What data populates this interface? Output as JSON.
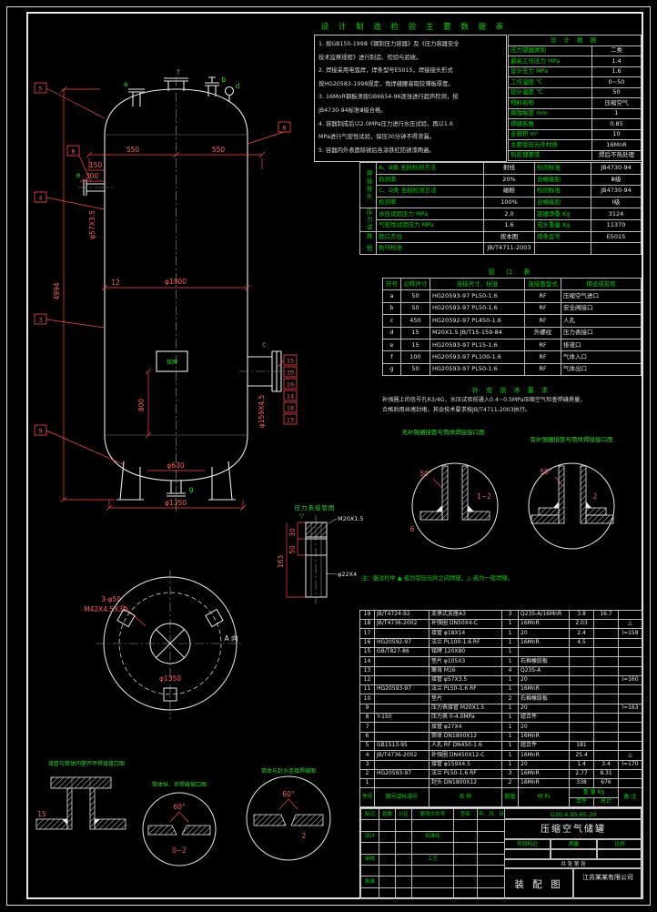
{
  "colors": {
    "line": "#e8e8e8",
    "dim": "#ff4545",
    "accent": "#00d400"
  },
  "top_title": "设 计 制 造 检 验 主 要 数 据 表",
  "notes": {
    "lines": [
      "1. 按GB150-1998《钢制压力容器》及《压力容器安全",
      "   技术监察规程》进行制造、检验与验收。",
      "2. 焊接采用电弧焊，焊条型号E5015，焊接接头形式",
      "   按HG20583-1998规定，角焊缝腰高取较薄板厚度。",
      "3. 16MnR钢板须按GB6654-96逐张进行超声检测，按",
      "   JB4730-94标准Ⅲ级合格。",
      "4. 容器制成后以2.0MPa压力进行水压试验，再以1.6",
      "   MPa进行气密性试验，保压30分钟不得渗漏。",
      "5. 容器内外表面除锈后各涂铁红防锈漆两遍。"
    ]
  },
  "design_table": {
    "title": "设  计  数  据",
    "rows": [
      {
        "label": "压力容器类别",
        "value": "二类"
      },
      {
        "label": "最高工作压力  MPa",
        "value": "1.4"
      },
      {
        "label": "设计压力  MPa",
        "value": "1.6"
      },
      {
        "label": "工作温度  ℃",
        "value": "0~50"
      },
      {
        "label": "设计温度  ℃",
        "value": "50"
      },
      {
        "label": "物料名称",
        "value": "压缩空气"
      },
      {
        "label": "腐蚀裕度  mm",
        "value": "1"
      },
      {
        "label": "焊缝系数",
        "value": "0.85"
      },
      {
        "label": "全容积  m³",
        "value": "10"
      },
      {
        "label": "主要受压元件材质",
        "value": "16MnR"
      },
      {
        "label": "热处理要求",
        "value": "焊后不热处理"
      }
    ]
  },
  "design2": {
    "g1": "焊接接头",
    "g2": "压力试验",
    "g3": "其 他",
    "rows": [
      [
        "A、B类  无损检测方法",
        "射线",
        "检测标准",
        "JB4730-94"
      ],
      [
        "检测率",
        "20%",
        "合格级别",
        "Ⅲ级"
      ],
      [
        "C、D类  无损检测方法",
        "磁粉",
        "检测标准",
        "JB4730-94"
      ],
      [
        "检测率",
        "100%",
        "合格级别",
        "Ⅰ级"
      ],
      [
        "水压试验压力  MPa",
        "2.0",
        "容器净重  Kg",
        "3124"
      ],
      [
        "气密性试验压力  MPa",
        "1.6",
        "充水重量  Kg",
        "11370"
      ],
      [
        "管口方位",
        "按本图",
        "焊条型号",
        "E5015"
      ],
      [
        "执行标准",
        "JB/T4711-2003",
        "",
        ""
      ]
    ]
  },
  "nozzle_table": {
    "title": "管  口  表",
    "headers": [
      "符号",
      "公称尺寸",
      "连接尺寸、标准",
      "连接面型式",
      "用途或名称"
    ],
    "rows": [
      [
        "a",
        "50",
        "HG20593-97  PL50-1.6",
        "RF",
        "压缩空气进口"
      ],
      [
        "b",
        "50",
        "HG20593-97  PL50-1.6",
        "RF",
        "安全阀接口"
      ],
      [
        "c",
        "450",
        "HG20592-97  PL450-1.6",
        "RF",
        "人孔"
      ],
      [
        "d",
        "15",
        "M20X1.5  JB/T15-159-84",
        "外螺纹",
        "压力表接口"
      ],
      [
        "e",
        "15",
        "HG20593-97  PL15-1.6",
        "RF",
        "排液口"
      ],
      [
        "f",
        "100",
        "HG20593-97  PL100-1.6",
        "RF",
        "气体入口"
      ],
      [
        "g",
        "50",
        "HG20593-97  PL50-1.6",
        "RF",
        "气体出口"
      ]
    ]
  },
  "supplement": {
    "title": "补 充 技 术 要 求",
    "lines": [
      "补强圈上的信号孔R3/4G，水压试验前通入0.4~0.5MPa压缩空气检查焊缝质量，",
      "合格后用丝堵封堵。其余技术要求按JB/T4711-2003执行。"
    ]
  },
  "bom": {
    "note": "注：备注栏中 ▲ 者为受压元件之间焊缝，△ 者为一般焊缝。",
    "headers": {
      "no": "件号",
      "code": "图号或标准号",
      "name": "名  称",
      "qty": "数量",
      "material": "材  料",
      "weight": "重 量  Kg",
      "single": "单件",
      "total": "总计",
      "remark": "备 注"
    },
    "rows": [
      {
        "no": "19",
        "code": "JB/T4724-92",
        "name": "支承式支座A3",
        "qty": "3",
        "material": "Q235-A/16MnR",
        "single": "3.8",
        "total": "16.7",
        "remark": ""
      },
      {
        "no": "18",
        "code": "JB/T4736-2002",
        "name": "补强圈 DN50X4-C",
        "qty": "1",
        "material": "16MnR",
        "single": "2.03",
        "total": "",
        "remark": "△"
      },
      {
        "no": "17",
        "code": "",
        "name": "接管 φ18X14",
        "qty": "1",
        "material": "20",
        "single": "2.4",
        "total": "",
        "remark": "l=158"
      },
      {
        "no": "16",
        "code": "HG20592-97",
        "name": "法兰 PL100-1.6 RF",
        "qty": "1",
        "material": "16MnR",
        "single": "4.5",
        "total": "",
        "remark": ""
      },
      {
        "no": "15",
        "code": "GB/T827-86",
        "name": "铭牌 120X80",
        "qty": "1",
        "material": "",
        "single": "",
        "total": "",
        "remark": ""
      },
      {
        "no": "14",
        "code": "",
        "name": "垫片 φ105X3",
        "qty": "1",
        "material": "石棉橡胶板",
        "single": "",
        "total": "",
        "remark": ""
      },
      {
        "no": "13",
        "code": "",
        "name": "螺母 M16",
        "qty": "4",
        "material": "Q235-A",
        "single": "",
        "total": "",
        "remark": ""
      },
      {
        "no": "12",
        "code": "",
        "name": "接管 φ57X3.5",
        "qty": "1",
        "material": "20",
        "single": "",
        "total": "",
        "remark": "l=160"
      },
      {
        "no": "11",
        "code": "HG20593-97",
        "name": "法兰 PL50-1.6 RF",
        "qty": "1",
        "material": "16MnR",
        "single": "",
        "total": "",
        "remark": ""
      },
      {
        "no": "10",
        "code": "",
        "name": "垫片",
        "qty": "2",
        "material": "石棉橡胶板",
        "single": "",
        "total": "",
        "remark": ""
      },
      {
        "no": "9",
        "code": "",
        "name": "压力表接管 M20X1.5",
        "qty": "1",
        "material": "20",
        "single": "",
        "total": "",
        "remark": "l=163"
      },
      {
        "no": "8",
        "code": "Y-150",
        "name": "压力表 0-4.0MPa",
        "qty": "1",
        "material": "组合件",
        "single": "",
        "total": "",
        "remark": ""
      },
      {
        "no": "7",
        "code": "",
        "name": "接管 φ27X4",
        "qty": "1",
        "material": "20",
        "single": "",
        "total": "",
        "remark": ""
      },
      {
        "no": "6",
        "code": "",
        "name": "筒体 DN1800X12",
        "qty": "1",
        "material": "16MnR",
        "single": "",
        "total": "",
        "remark": ""
      },
      {
        "no": "5",
        "code": "GB1513-95",
        "name": "人孔 RF DN450-1.6",
        "qty": "1",
        "material": "组合件",
        "single": "181",
        "total": "",
        "remark": ""
      },
      {
        "no": "4",
        "code": "JB/T4736-2002",
        "name": "补强圈 DN450X12-C",
        "qty": "1",
        "material": "16MnR",
        "single": "25.4",
        "total": "",
        "remark": "△"
      },
      {
        "no": "3",
        "code": "",
        "name": "接管 φ159X4.5",
        "qty": "1",
        "material": "20",
        "single": "1.4",
        "total": "3.4",
        "remark": "l=170"
      },
      {
        "no": "2",
        "code": "HG20593-97",
        "name": "法兰 PL50-1.6 RF",
        "qty": "3",
        "material": "16MnR",
        "single": "2.77",
        "total": "8.31",
        "remark": ""
      },
      {
        "no": "1",
        "code": "",
        "name": "封头 DN1800X12",
        "qty": "2",
        "material": "16MnR",
        "single": "338",
        "total": "676",
        "remark": ""
      }
    ]
  },
  "title_block": {
    "drawing_no": "G30.4.95.65.30",
    "product": "压缩空气储罐",
    "sheet_name": "装 配 图",
    "company": "江苏某某有限公司",
    "rev_headers": [
      "标记",
      "处数",
      "分区",
      "更改文件号",
      "签名",
      "年、月、日"
    ],
    "roles": {
      "design": "设计",
      "check": "审核",
      "craft": "工艺",
      "approve": "批准",
      "std": "标准化"
    },
    "fields": {
      "stage": "阶段标记",
      "weight": "质量",
      "scale": "比例",
      "sheets": "共  张  第  张"
    }
  },
  "labels": {
    "d550a": "550",
    "d550b": "550",
    "d150": "150",
    "d300": "300",
    "h4994": "4994",
    "t12": "12",
    "id1800": "φ1800",
    "h800": "800",
    "ne": "φ57X3.5",
    "nm": "φ159X4.5",
    "d630": "φ630",
    "d1350": "φ1350",
    "plate": "铭牌",
    "pa": "a",
    "pb": "b",
    "pc": "c",
    "pd": "d",
    "pe": "e",
    "pf": "f",
    "pg": "g",
    "b5": "5",
    "b4": "4",
    "b3": "3",
    "b9": "9",
    "b8": "8",
    "b6": "6",
    "b15": "15",
    "b10": "10",
    "b16": "16",
    "b14": "14",
    "b18": "18",
    "b13": "13",
    "bv_bolt": "3-φ50",
    "bv_anchor": "M42X4.5X30",
    "bv_bc": "φ1350",
    "bv_view": "A 向",
    "g_title": "压力表接管图",
    "g_thread": "M20X1.5",
    "g_pipe": "φ22X4",
    "g30": "30",
    "g50": "50",
    "g163": "163",
    "g_fin": "▽",
    "wc1_title": "无补强圈接管与筒体焊接接口图",
    "wc2_title": "有补强圈接管与筒体焊接接口图",
    "wc1_a": "50°",
    "wc1_b": "1~2",
    "wc1_c": "6",
    "wc2_a": "50°",
    "wc2_b": "2",
    "fl_title": "接管与筒体内壁齐平焊接接口图",
    "fl_d": "15",
    "s1_title": "筒体纵、环焊缝坡口图",
    "s1_a": "60°",
    "s1_b": "0~2",
    "s2_title": "筒体与封头连接焊缝图",
    "s2_a": "60°",
    "s2_b": "2"
  }
}
